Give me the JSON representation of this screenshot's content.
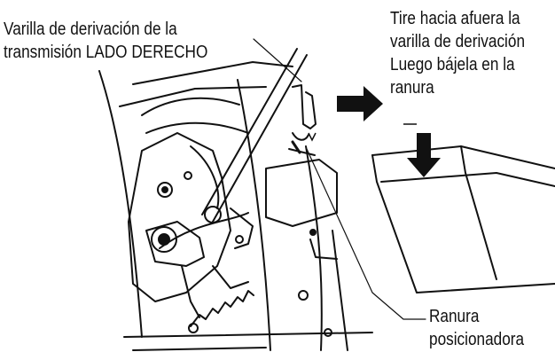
{
  "labels": {
    "bypass_rod": {
      "line1": "Varilla de derivación de la",
      "line2": "transmisión LADO DERECHO"
    },
    "instruction": {
      "line1": "Tire hacia afuera la",
      "line2": "varilla de derivación",
      "line3": "Luego bájela en la",
      "line4": "ranura"
    },
    "slot": {
      "line1": "Ranura",
      "line2": "posicionadora"
    }
  },
  "colors": {
    "ink": "#111111",
    "background": "#ffffff"
  }
}
